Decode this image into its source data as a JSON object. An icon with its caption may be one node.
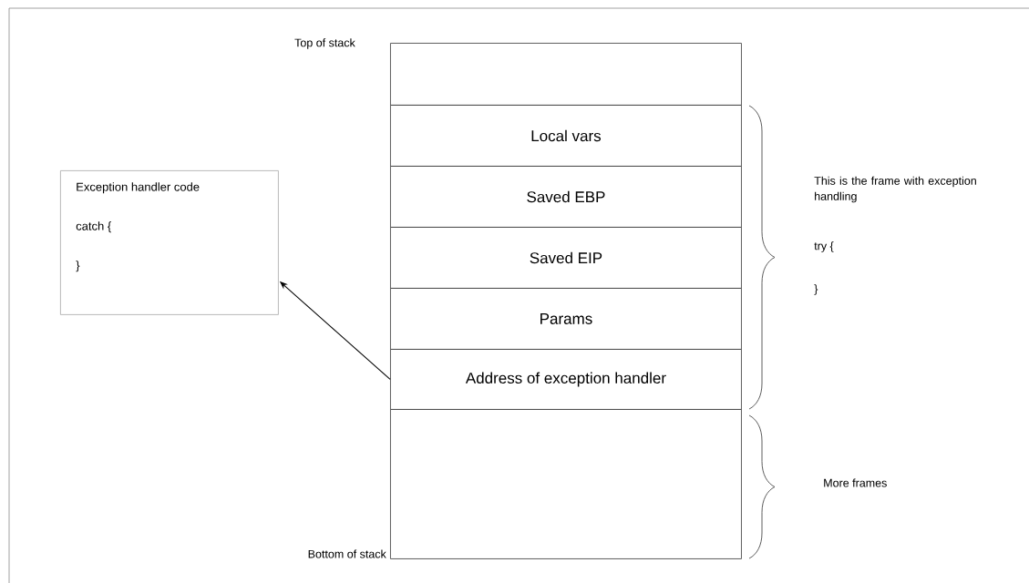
{
  "diagram": {
    "nodes": [
      {
        "text": [],
        "shape": "box"
      },
      {
        "text": [
          "Local vars"
        ]
      },
      {
        "text": [
          "Saved EBP"
        ]
      },
      {
        "text": [
          "Saved EIP"
        ]
      },
      {
        "text": [
          "Params"
        ]
      },
      {
        "text": [
          "Address of exception handler"
        ]
      },
      {
        "text": [],
        "shape": "box"
      },
      {
        "text": [
          "Exception handler code",
          "catch {",
          "}"
        ]
      }
    ],
    "edges": [
      {
        "from": 5,
        "to": 7,
        "arrow": "to"
      }
    ],
    "labels": [
      "Top of stack",
      "This is the frame with exception handling",
      "try {",
      "}",
      "More frames",
      "Bottom of stack"
    ]
  }
}
